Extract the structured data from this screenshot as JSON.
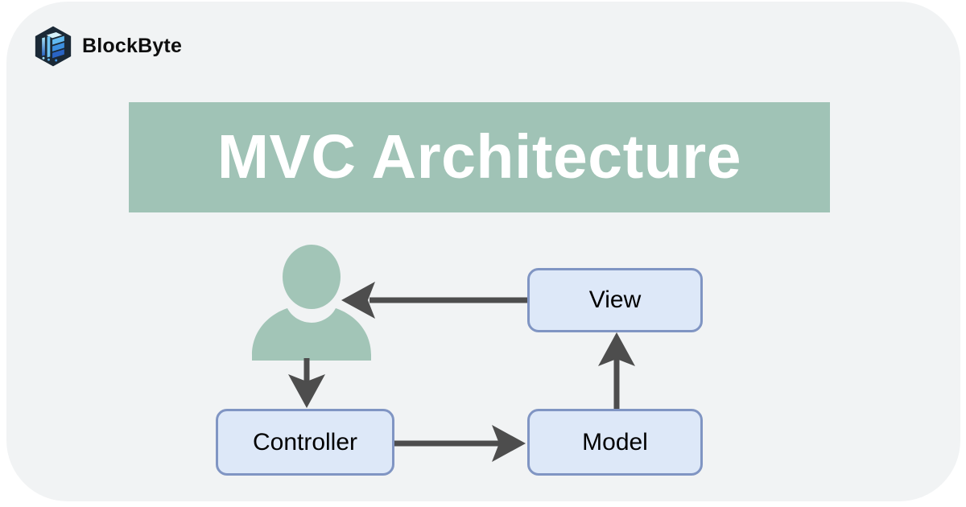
{
  "brand": {
    "name": "BlockByte",
    "logo_icon": "blockbyte-cube-logo"
  },
  "title": "MVC Architecture",
  "diagram": {
    "nodes": {
      "user": {
        "icon": "user-icon"
      },
      "view": {
        "label": "View"
      },
      "controller": {
        "label": "Controller"
      },
      "model": {
        "label": "Model"
      }
    },
    "edges": [
      {
        "from": "View",
        "to": "User"
      },
      {
        "from": "User",
        "to": "Controller"
      },
      {
        "from": "Controller",
        "to": "Model"
      },
      {
        "from": "Model",
        "to": "View"
      }
    ]
  },
  "colors": {
    "page_background": "#ffffff",
    "card_background": "#f1f3f4",
    "banner_green": "#a0c3b6",
    "actor_green": "#a2c5b7",
    "node_fill": "#dde8f8",
    "node_border": "#8095c3",
    "arrow": "#4d4d4d",
    "title_text": "#ffffff",
    "node_text": "#000000",
    "brand_text": "#0e0e0e",
    "logo_navy": "#1b2936"
  }
}
